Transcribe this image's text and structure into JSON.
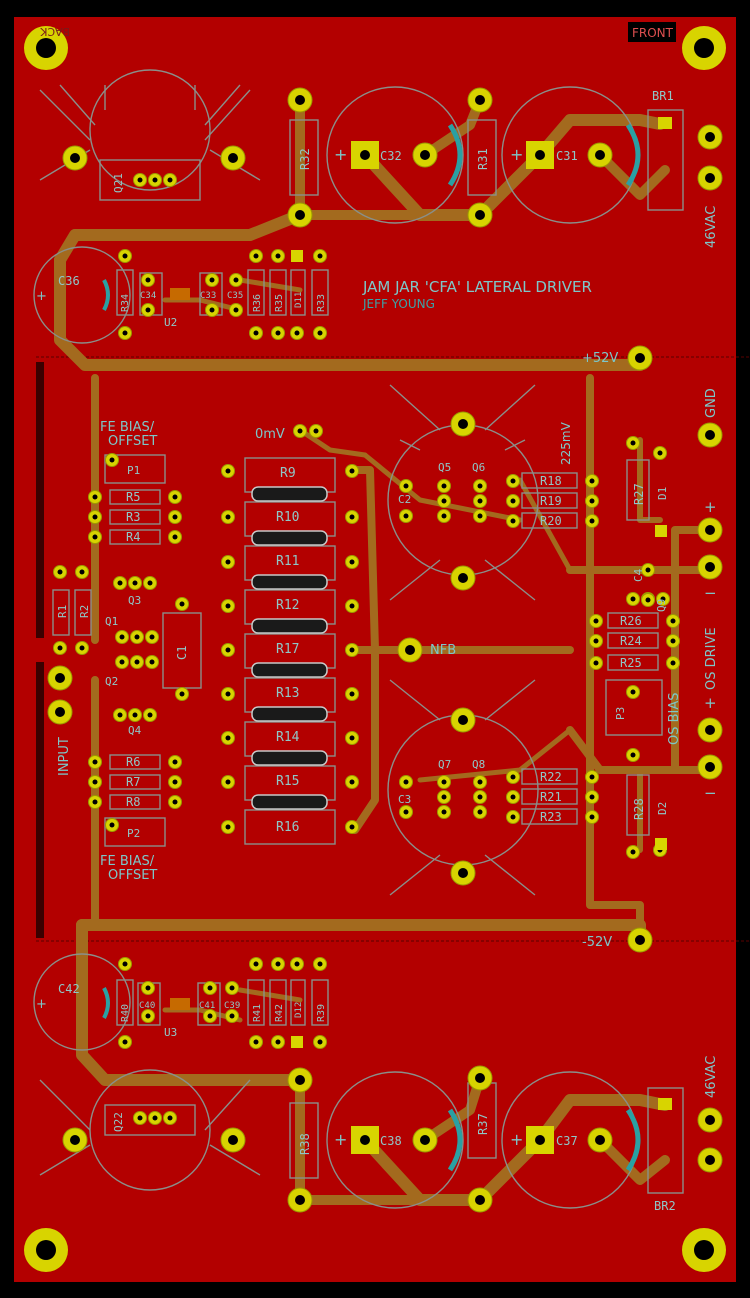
{
  "board": {
    "title": "JAM JAR 'CFA' LATERAL DRIVER",
    "author": "JEFF YOUNG",
    "corner_back": "BACK",
    "corner_front": "FRONT",
    "colors": {
      "background": "#000000",
      "copper": "#b30000",
      "trace": "#a36a1e",
      "pad": "#d8d400",
      "silk": "#8fc7c7"
    }
  },
  "labels": {
    "plus52": "+52V",
    "minus52": "-52V",
    "gnd": "GND",
    "ac_top": "46VAC",
    "ac_bottom": "46VAC",
    "fe_bias_top_1": "FE BIAS/",
    "fe_bias_top_2": "OFFSET",
    "fe_bias_bottom_1": "FE BIAS/",
    "fe_bias_bottom_2": "OFFSET",
    "zero_mv": "0mV",
    "mv225": "225mV",
    "nfb": "NFB",
    "input": "INPUT",
    "os_drive": "OS DRIVE",
    "os_bias": "OS BIAS",
    "plus": "+",
    "minus": "−"
  },
  "components": {
    "resistors_top_left": [
      "R5",
      "R3",
      "R4"
    ],
    "resistors_bot_left": [
      "R6",
      "R7",
      "R8"
    ],
    "emitter_resistors": [
      "R9",
      "R10",
      "R11",
      "R12",
      "R17",
      "R13",
      "R14",
      "R15",
      "R16"
    ],
    "resistors_top_right": [
      "R18",
      "R19",
      "R20"
    ],
    "resistors_bot_right": [
      "R22",
      "R21",
      "R23"
    ],
    "resistors_mid_right": [
      "R26",
      "R24",
      "R25"
    ],
    "input_resistors": [
      "R1",
      "R2"
    ],
    "reg_top": [
      "R34",
      "C34",
      "C33",
      "C35",
      "R36",
      "R35",
      "D11",
      "R33"
    ],
    "reg_bot": [
      "R40",
      "C40",
      "C41",
      "C39",
      "R41",
      "R42",
      "D12",
      "R39"
    ],
    "misc": {
      "R32": "R32",
      "R31": "R31",
      "C32": "C32",
      "C31": "C31",
      "BR1": "BR1",
      "R38": "R38",
      "R37": "R37",
      "C38": "C38",
      "C37": "C37",
      "BR2": "BR2",
      "C36": "C36",
      "C42": "C42",
      "Q21": "Q21",
      "Q22": "Q22",
      "U2": "U2",
      "U3": "U3",
      "P1": "P1",
      "P2": "P2",
      "P3": "P3",
      "Q1": "Q1",
      "Q2": "Q2",
      "Q3": "Q3",
      "Q4": "Q4",
      "Q5": "Q5",
      "Q6": "Q6",
      "Q7": "Q7",
      "Q8": "Q8",
      "Q9": "Q9",
      "C1": "C1",
      "C2": "C2",
      "C3": "C3",
      "C4": "C4",
      "R27": "R27",
      "R28": "R28",
      "D1": "D1",
      "D2": "D2"
    }
  }
}
